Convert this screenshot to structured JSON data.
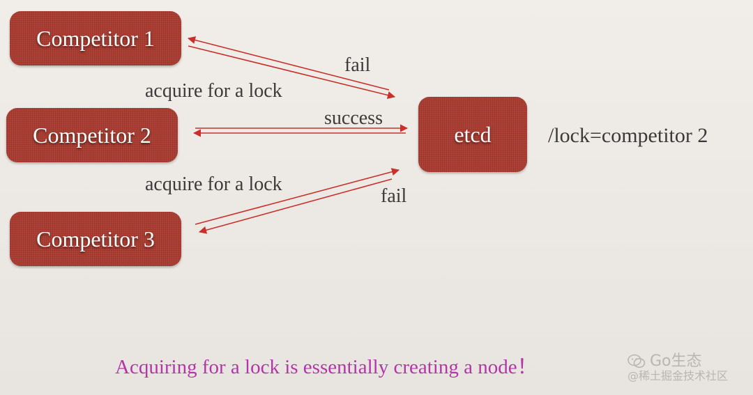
{
  "nodes": {
    "competitor1": "Competitor 1",
    "competitor2": "Competitor 2",
    "competitor3": "Competitor 3",
    "etcd": "etcd"
  },
  "edges": {
    "fail_top": "fail",
    "acquire_top": "acquire for a lock",
    "success": "success",
    "acquire_bottom": "acquire for a lock",
    "fail_bottom": "fail"
  },
  "key_value": "/lock=competitor 2",
  "caption": "Acquiring for a lock is essentially creating a node！",
  "watermark": {
    "line1": "Go生态",
    "line2": "@稀土掘金技术社区"
  },
  "colors": {
    "box": "#b84438",
    "arrow": "#c8312b",
    "caption": "#b236a8"
  }
}
